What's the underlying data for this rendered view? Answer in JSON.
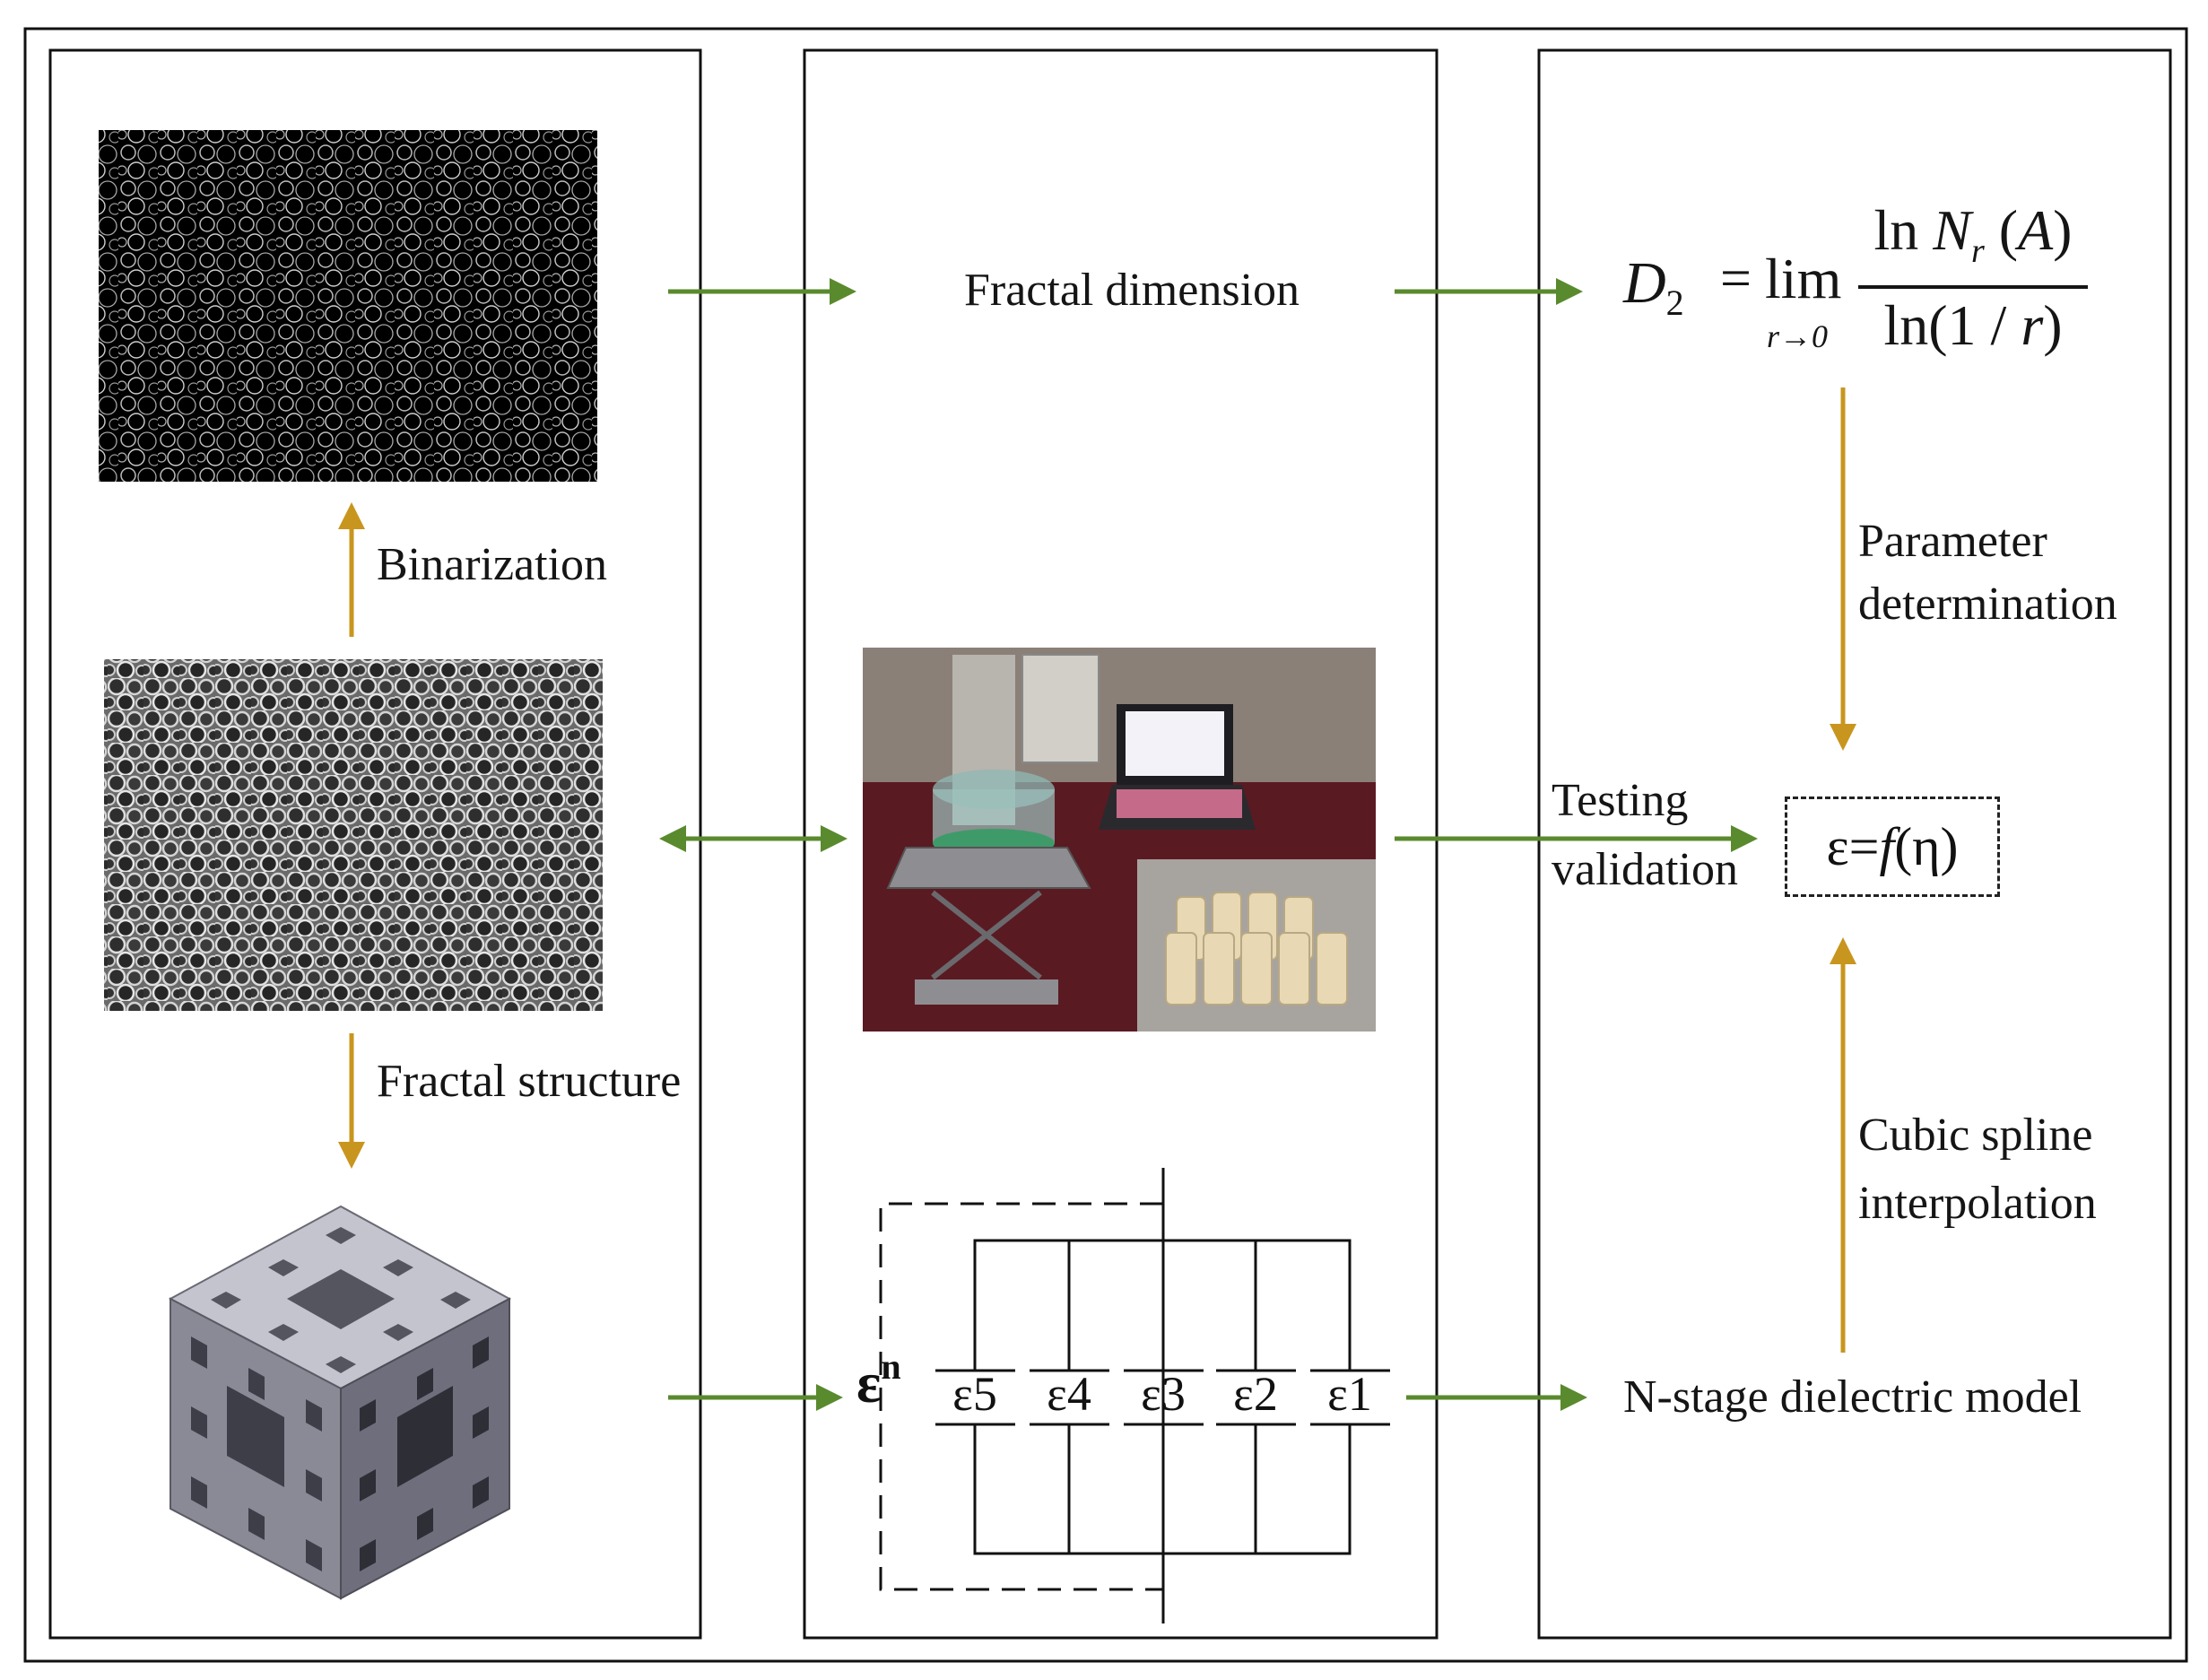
{
  "labels": {
    "binarization": "Binarization",
    "fractal_structure": "Fractal structure",
    "fractal_dimension": "Fractal dimension",
    "parameter_1": "Parameter",
    "parameter_2": "determination",
    "testing_1": "Testing",
    "testing_2": "validation",
    "cubic_1": "Cubic spline",
    "cubic_2": "interpolation",
    "n_stage": "N-stage dielectric model"
  },
  "formula": {
    "lhs": "D",
    "lhs_sub": "2",
    "eq": "=",
    "lim": "lim",
    "lim_sub": "r→0",
    "num_pre": "ln ",
    "num_var": "N",
    "num_sub": "r",
    "num_post": " (",
    "num_arg": "A",
    "num_close": ")",
    "den_pre": "ln(1 / ",
    "den_var": "r",
    "den_post": ")"
  },
  "function_box": {
    "eps": "ε=",
    "f": "f",
    "arg": " (η)"
  },
  "circuit": {
    "eps_n": "ε",
    "eps_n_sup": "n",
    "eps_labels": [
      "ε5",
      "ε4",
      "ε3",
      "ε2",
      "ε1"
    ]
  },
  "colors": {
    "green_arrow": "#5a8a2e",
    "gold_arrow": "#c8961e",
    "frame": "#111111"
  }
}
